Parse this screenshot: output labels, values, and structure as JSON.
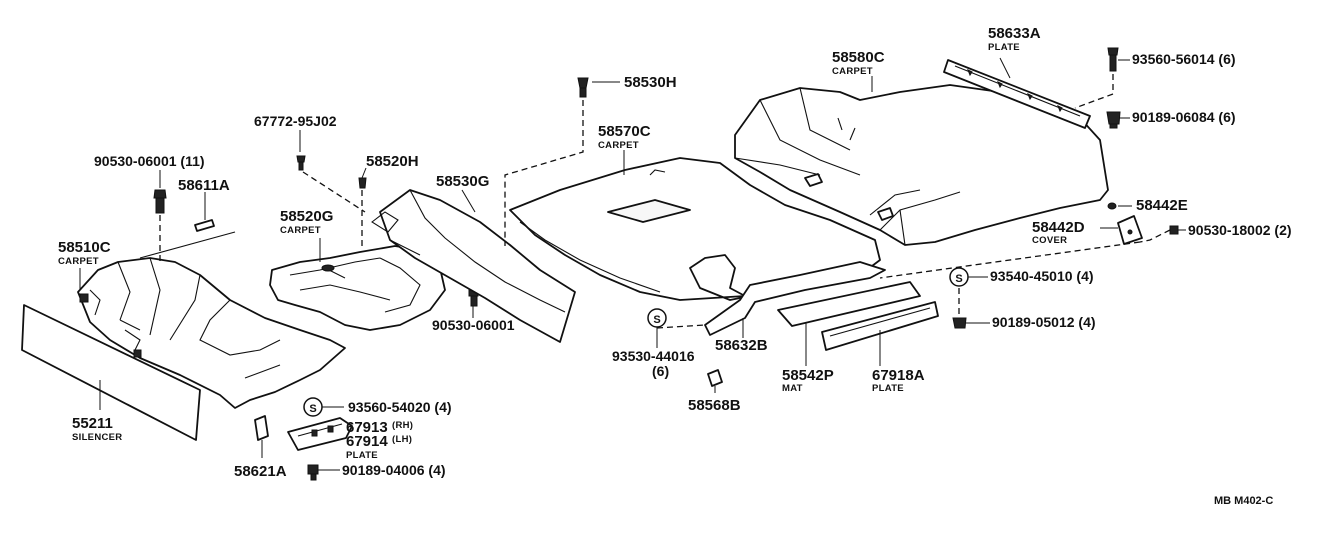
{
  "diagram_code": "MB  M402-C",
  "parts": {
    "p55211": {
      "number": "55211",
      "name": "SILENCER"
    },
    "p58510C": {
      "number": "58510C",
      "name": "CARPET"
    },
    "p90530_06001_11": {
      "number": "90530-06001 (11)"
    },
    "p58611A": {
      "number": "58611A"
    },
    "p67772": {
      "number": "67772-95J02"
    },
    "p58520H": {
      "number": "58520H"
    },
    "p58520G": {
      "number": "58520G",
      "name": "CARPET"
    },
    "p58530G": {
      "number": "58530G"
    },
    "p90530_06001": {
      "number": "90530-06001"
    },
    "p58530H": {
      "number": "58530H"
    },
    "p58570C": {
      "number": "58570C",
      "name": "CARPET"
    },
    "p58580C": {
      "number": "58580C",
      "name": "CARPET"
    },
    "p58633A": {
      "number": "58633A",
      "name": "PLATE"
    },
    "p93560_56014": {
      "number": "93560-56014 (6)"
    },
    "p90189_06084": {
      "number": "90189-06084 (6)"
    },
    "p58442E": {
      "number": "58442E"
    },
    "p58442D": {
      "number": "58442D",
      "name": "COVER"
    },
    "p90530_18002": {
      "number": "90530-18002 (2)"
    },
    "p93540_45010": {
      "number": "93540-45010 (4)"
    },
    "p90189_05012": {
      "number": "90189-05012 (4)"
    },
    "p67918A": {
      "number": "67918A",
      "name": "PLATE"
    },
    "p58542P": {
      "number": "58542P",
      "name": "MAT"
    },
    "p58632B": {
      "number": "58632B"
    },
    "p58568B": {
      "number": "58568B"
    },
    "p93530_44016": {
      "number": "93530-44016",
      "qty": "(6)"
    },
    "p93560_54020": {
      "number": "93560-54020 (4)"
    },
    "p67913": {
      "number": "67913",
      "side": "(RH)"
    },
    "p67914": {
      "number": "67914",
      "side": "(LH)",
      "name": "PLATE"
    },
    "p90189_04006": {
      "number": "90189-04006 (4)"
    },
    "p58621A": {
      "number": "58621A"
    }
  },
  "symbols": {
    "s_mark": "S"
  }
}
